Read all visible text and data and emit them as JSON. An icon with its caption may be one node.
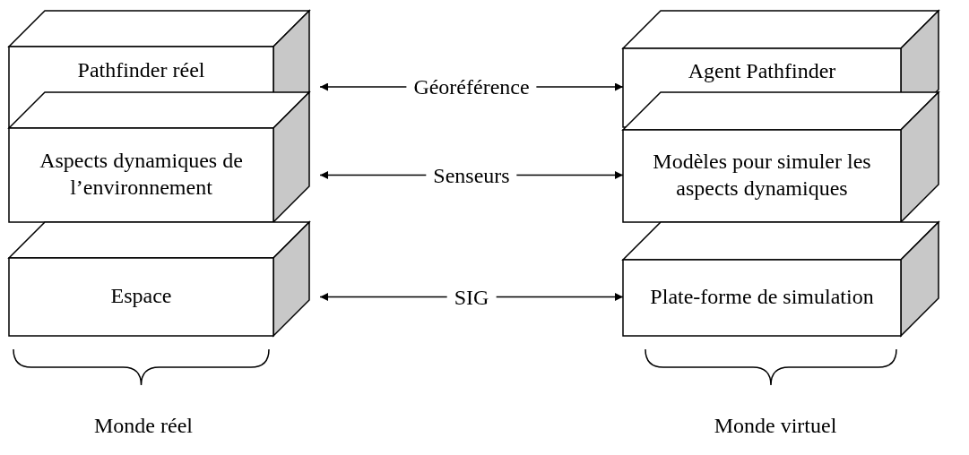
{
  "diagram": {
    "nodes": [
      {
        "text": [
          "Pathfinder réel"
        ]
      },
      {
        "text": [
          "Aspects dynamiques de l’environnement"
        ]
      },
      {
        "text": [
          "Espace"
        ]
      },
      {
        "text": [
          "Agent Pathfinder"
        ]
      },
      {
        "text": [
          "Modèles pour simuler les aspects dynamiques"
        ]
      },
      {
        "text": [
          "Plate-forme de simulation"
        ]
      }
    ],
    "edges": [
      {
        "from": 0,
        "to": 3,
        "arrow": "both",
        "label": "Géoréférence"
      },
      {
        "from": 1,
        "to": 4,
        "arrow": "both",
        "label": "Senseurs"
      },
      {
        "from": 2,
        "to": 5,
        "arrow": "both",
        "label": "SIG"
      }
    ],
    "labels": [
      "Monde réel",
      "Monde virtuel"
    ]
  }
}
